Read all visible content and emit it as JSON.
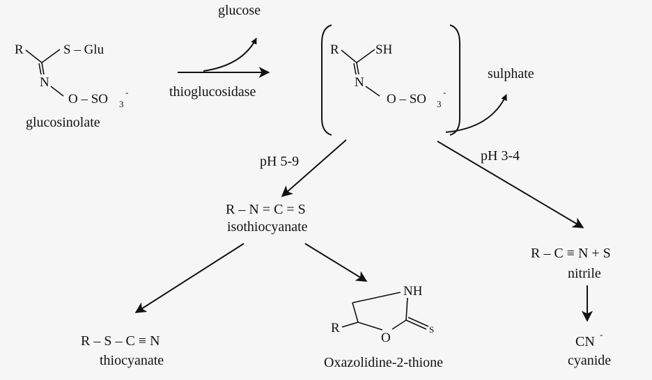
{
  "diagram": {
    "reactant": {
      "r": "R",
      "s_glu": "S – Glu",
      "n": "N",
      "o_so3": "O – SO",
      "sub3": "3",
      "sup_minus": "-",
      "name": "glucosinolate"
    },
    "enzyme": {
      "label": "thioglucosidase",
      "byproduct": "glucose"
    },
    "intermediate": {
      "r": "R",
      "sh": "SH",
      "n": "N",
      "o_so3": "O – SO",
      "sub3": "3",
      "sup_minus": "-"
    },
    "byproduct_sulphate": "sulphate",
    "conditions": {
      "left": "pH 5-9",
      "right": "pH 3-4"
    },
    "isothiocyanate": {
      "formula": "R – N = C = S",
      "name": "isothiocyanate"
    },
    "nitrile": {
      "formula": "R – C ≡ N  + S",
      "name": "nitrile"
    },
    "thiocyanate": {
      "formula": "R – S – C ≡ N",
      "name": "thiocyanate"
    },
    "oxazolidine": {
      "nh": "NH",
      "r": "R",
      "o": "O",
      "s": "S",
      "name": "Oxazolidine-2-thione"
    },
    "cyanide": {
      "formula": "CN",
      "sup_minus": "-",
      "name": "cyanide"
    }
  }
}
